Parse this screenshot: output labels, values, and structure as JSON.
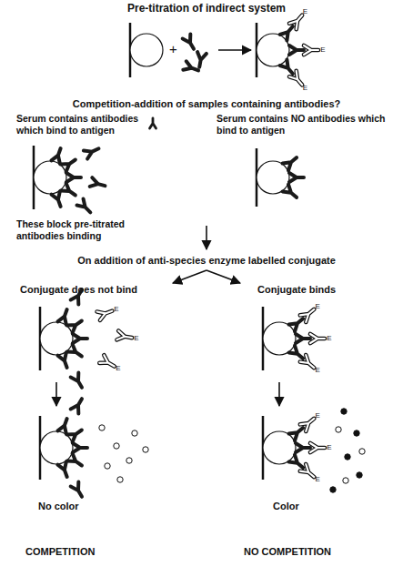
{
  "diagram": {
    "title": "Pre-titration of indirect system",
    "labels": [
      "+",
      "E",
      "E",
      "E",
      "Competition-addition of samples containing antibodies?",
      "Serum contains antibodies which bind to antigen",
      "Serum contains NO antibodies which bind to antigen",
      "These block pre-titrated antibodies binding",
      "On addition of anti-species enzyme labelled conjugate",
      "Conjugate does not bind",
      "Conjugate binds",
      "E",
      "E",
      "E",
      "E",
      "E",
      "E",
      "E",
      "E",
      "E",
      "No color",
      "Color",
      "COMPETITION",
      "NO COMPETITION"
    ]
  }
}
